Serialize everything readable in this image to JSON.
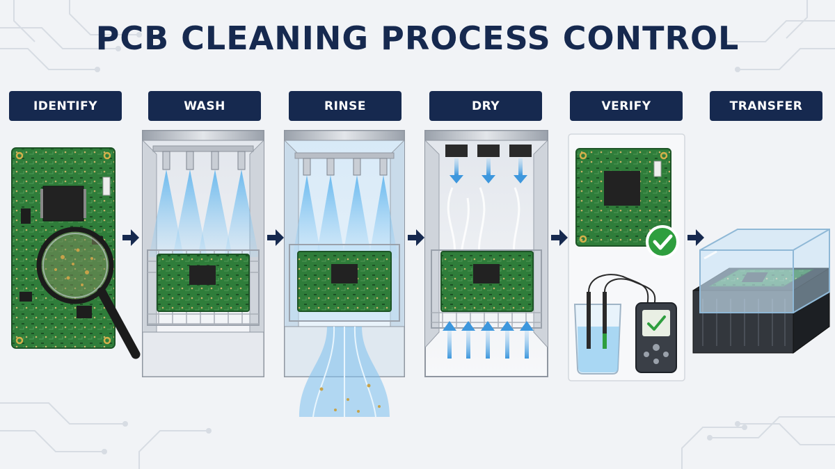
{
  "title": "PCB CLEANING PROCESS CONTROL",
  "steps": [
    {
      "label": "IDENTIFY",
      "icon": "magnifier-icon"
    },
    {
      "label": "WASH",
      "icon": "spray-nozzle-icon"
    },
    {
      "label": "RINSE",
      "icon": "water-stream-icon"
    },
    {
      "label": "DRY",
      "icon": "airflow-icon"
    },
    {
      "label": "VERIFY",
      "icon": "checkmark-icon"
    },
    {
      "label": "TRANSFER",
      "icon": "storage-box-icon"
    }
  ],
  "colors": {
    "navy": "#16294f",
    "pcb_green": "#2f7d3a",
    "water_blue": "#4aa6e0",
    "check_green": "#2e9e3e",
    "steel": "#b9bec6"
  }
}
